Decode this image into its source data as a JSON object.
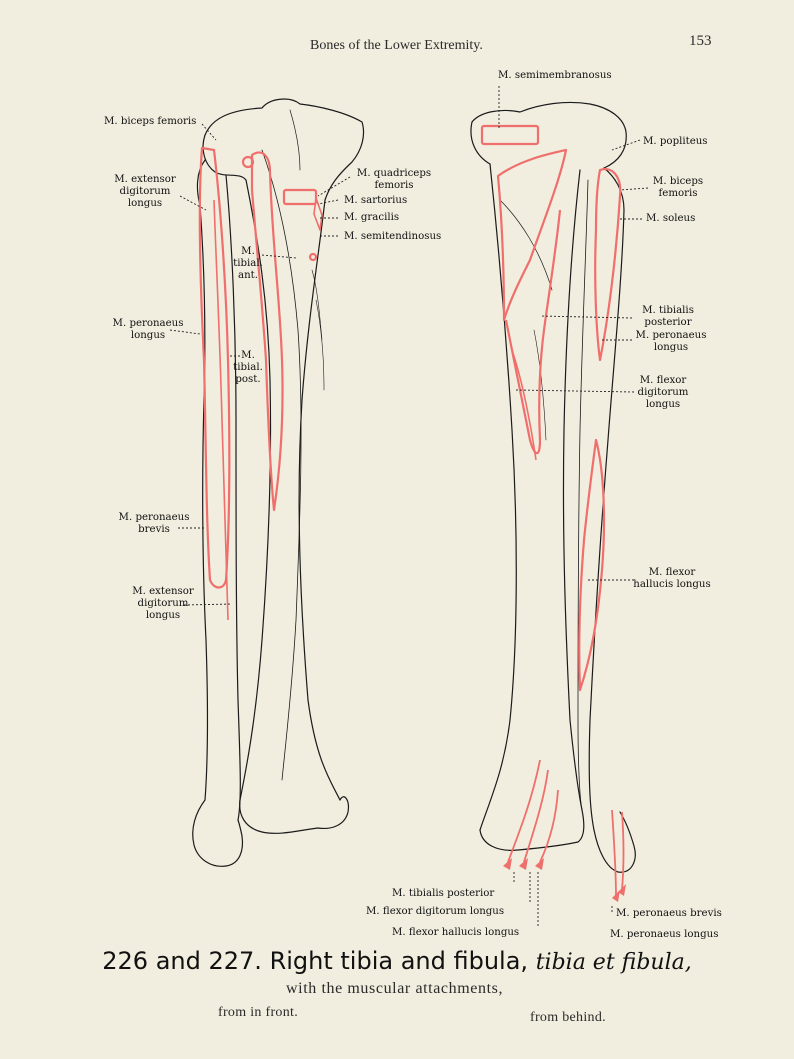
{
  "header": {
    "running_title": "Bones of the Lower Extremity.",
    "page_number": "153"
  },
  "front_view_labels": {
    "biceps_femoris": "M. biceps femoris",
    "extensor_digitorum_longus_top": [
      "M. extensor",
      "digitorum",
      "longus"
    ],
    "peronaeus_longus": [
      "M. peronaeus",
      "longus"
    ],
    "peronaeus_brevis": [
      "M. peronaeus",
      "brevis"
    ],
    "extensor_digitorum_longus_bottom": [
      "M. extensor",
      "digitorum",
      "longus"
    ],
    "quadriceps_femoris": [
      "M. quadriceps",
      "femoris"
    ],
    "sartorius": "M. sartorius",
    "gracilis": "M. gracilis",
    "semitendinosus": "M. semitendinosus",
    "tibial_ant": [
      "M.",
      "tibial.",
      "ant."
    ],
    "tibial_post": [
      "M.",
      "tibial.",
      "post."
    ]
  },
  "back_view_labels": {
    "semimembranosus": "M. semimembranosus",
    "popliteus": "M. popliteus",
    "biceps_femoris": [
      "M. biceps",
      "femoris"
    ],
    "soleus": "M. soleus",
    "tibialis_posterior": [
      "M. tibialis",
      "posterior"
    ],
    "peronaeus_longus": [
      "M. peronaeus",
      "longus"
    ],
    "flexor_digitorum_longus": [
      "M. flexor",
      "digitorum",
      "longus"
    ],
    "flexor_hallucis_longus": [
      "M. flexor",
      "hallucis longus"
    ],
    "bottom_tibialis_posterior": "M. tibialis posterior",
    "bottom_flexor_digitorum_longus": "M. flexor digitorum longus",
    "bottom_flexor_hallucis_longus": "M. flexor hallucis longus",
    "bottom_peronaeus_brevis": "M. peronaeus brevis",
    "bottom_peronaeus_longus": "M. peronaeus longus"
  },
  "caption": {
    "figure_numbers": "226 and 227.",
    "title": "Right tibia and fibula,",
    "latin": "tibia et fibula,",
    "subtitle": "with the muscular attachments,",
    "left_view": "from in front.",
    "right_view": "from behind."
  },
  "colors": {
    "paper": "#f1eddf",
    "ink": "#1b1b1b",
    "attachment": "#ef6f6c"
  }
}
